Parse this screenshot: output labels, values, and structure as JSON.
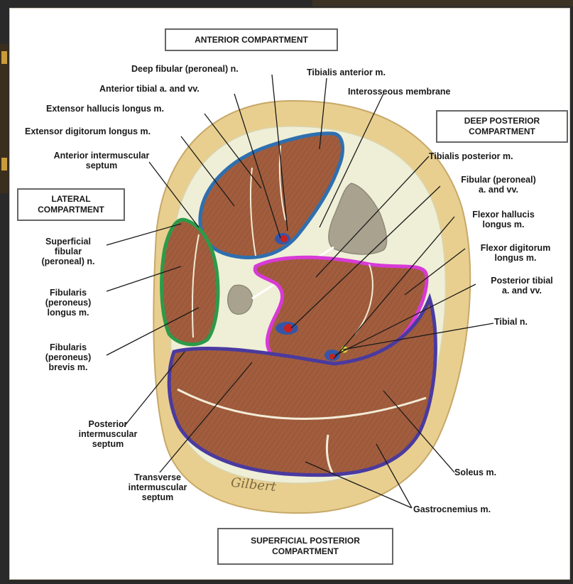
{
  "compartments": {
    "anterior": "ANTERIOR COMPARTMENT",
    "deep_posterior": "DEEP POSTERIOR\nCOMPARTMENT",
    "lateral": "LATERAL\nCOMPARTMENT",
    "superficial_posterior": "SUPERFICIAL POSTERIOR\nCOMPARTMENT"
  },
  "labels": {
    "deep_fibular_n": "Deep fibular (peroneal) n.",
    "tibialis_anterior": "Tibialis anterior m.",
    "anterior_tibial_a": "Anterior tibial a. and vv.",
    "interosseous_membrane": "Interosseous membrane",
    "ext_hallucis": "Extensor hallucis longus m.",
    "ext_digitorum": "Extensor digitorum longus m.",
    "ant_intermuscular": "Anterior intermuscular\nseptum",
    "tibialis_posterior": "Tibialis posterior m.",
    "fibular_a": "Fibular (peroneal)\na. and vv.",
    "flexor_hallucis": "Flexor hallucis\nlongus m.",
    "flexor_digitorum": "Flexor digitorum\nlongus m.",
    "superficial_fibular_n": "Superficial\nfibular\n(peroneal) n.",
    "fibularis_longus": "Fibularis\n(peroneus)\nlongus m.",
    "posterior_tibial_a": "Posterior tibial\na. and vv.",
    "tibial_n": "Tibial n.",
    "fibularis_brevis": "Fibularis\n(peroneus)\nbrevis m.",
    "post_intermuscular": "Posterior\nintermuscular\nseptum",
    "transverse_intermuscular": "Transverse\nintermuscular\nseptum",
    "soleus": "Soleus m.",
    "gastrocnemius": "Gastrocnemius m."
  },
  "signature": "Gilbert",
  "colors": {
    "skin": "#e9cf8f",
    "fascia": "#eeefd6",
    "muscle": "#a15d3d",
    "anterior_outline": "#2e6fb0",
    "lateral_outline": "#2c9a4a",
    "deep_outline": "#d83ad6",
    "superficial_outline": "#4a3aa0",
    "bone": "#a8a28f",
    "artery": "#c8201e",
    "vein": "#3556a8"
  }
}
